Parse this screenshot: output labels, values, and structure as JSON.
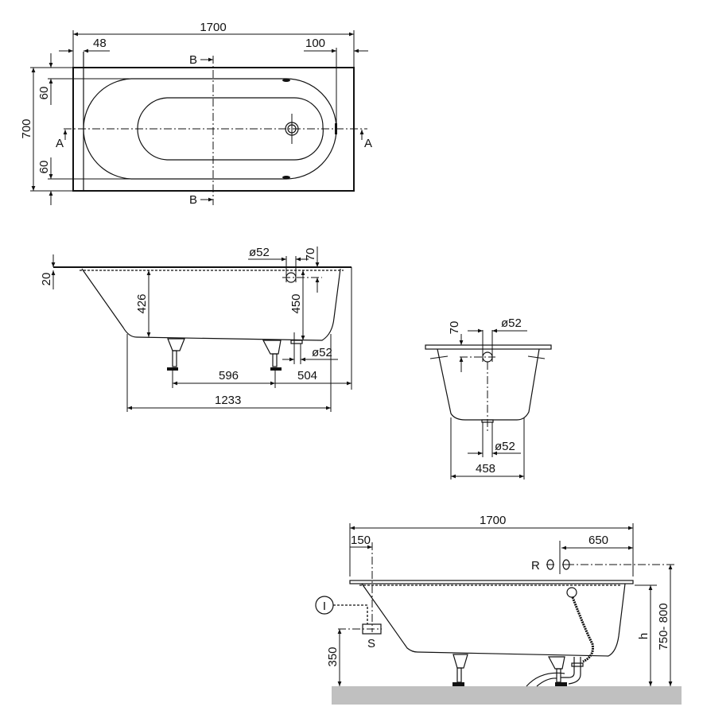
{
  "plan_view": {
    "overall_length": "1700",
    "left_rim": "48",
    "right_rim": "100",
    "overall_width": "700",
    "top_rim": "60",
    "bottom_rim": "60",
    "section_a_label": "A",
    "section_b_label": "B"
  },
  "section_a": {
    "rim_thickness": "20",
    "depth_inner": "426",
    "overflow_diameter": "ø52",
    "overflow_offset": "70",
    "depth_to_drain": "450",
    "drain_diameter": "ø52",
    "leg_spacing": "596",
    "leg_to_end": "504",
    "bottom_length": "1233"
  },
  "section_b": {
    "overflow_offset": "70",
    "overflow_diameter": "ø52",
    "drain_diameter": "ø52",
    "bottom_width": "458"
  },
  "installation_view": {
    "overall_length": "1700",
    "siphon_offset": "150",
    "tap_offset": "650",
    "tap_label": "R",
    "siphon_label": "S",
    "info_label": "I",
    "siphon_height": "350",
    "height_label": "h",
    "total_height": "750- 800"
  },
  "colors": {
    "line": "#111111",
    "floor": "#c0c0c0"
  }
}
